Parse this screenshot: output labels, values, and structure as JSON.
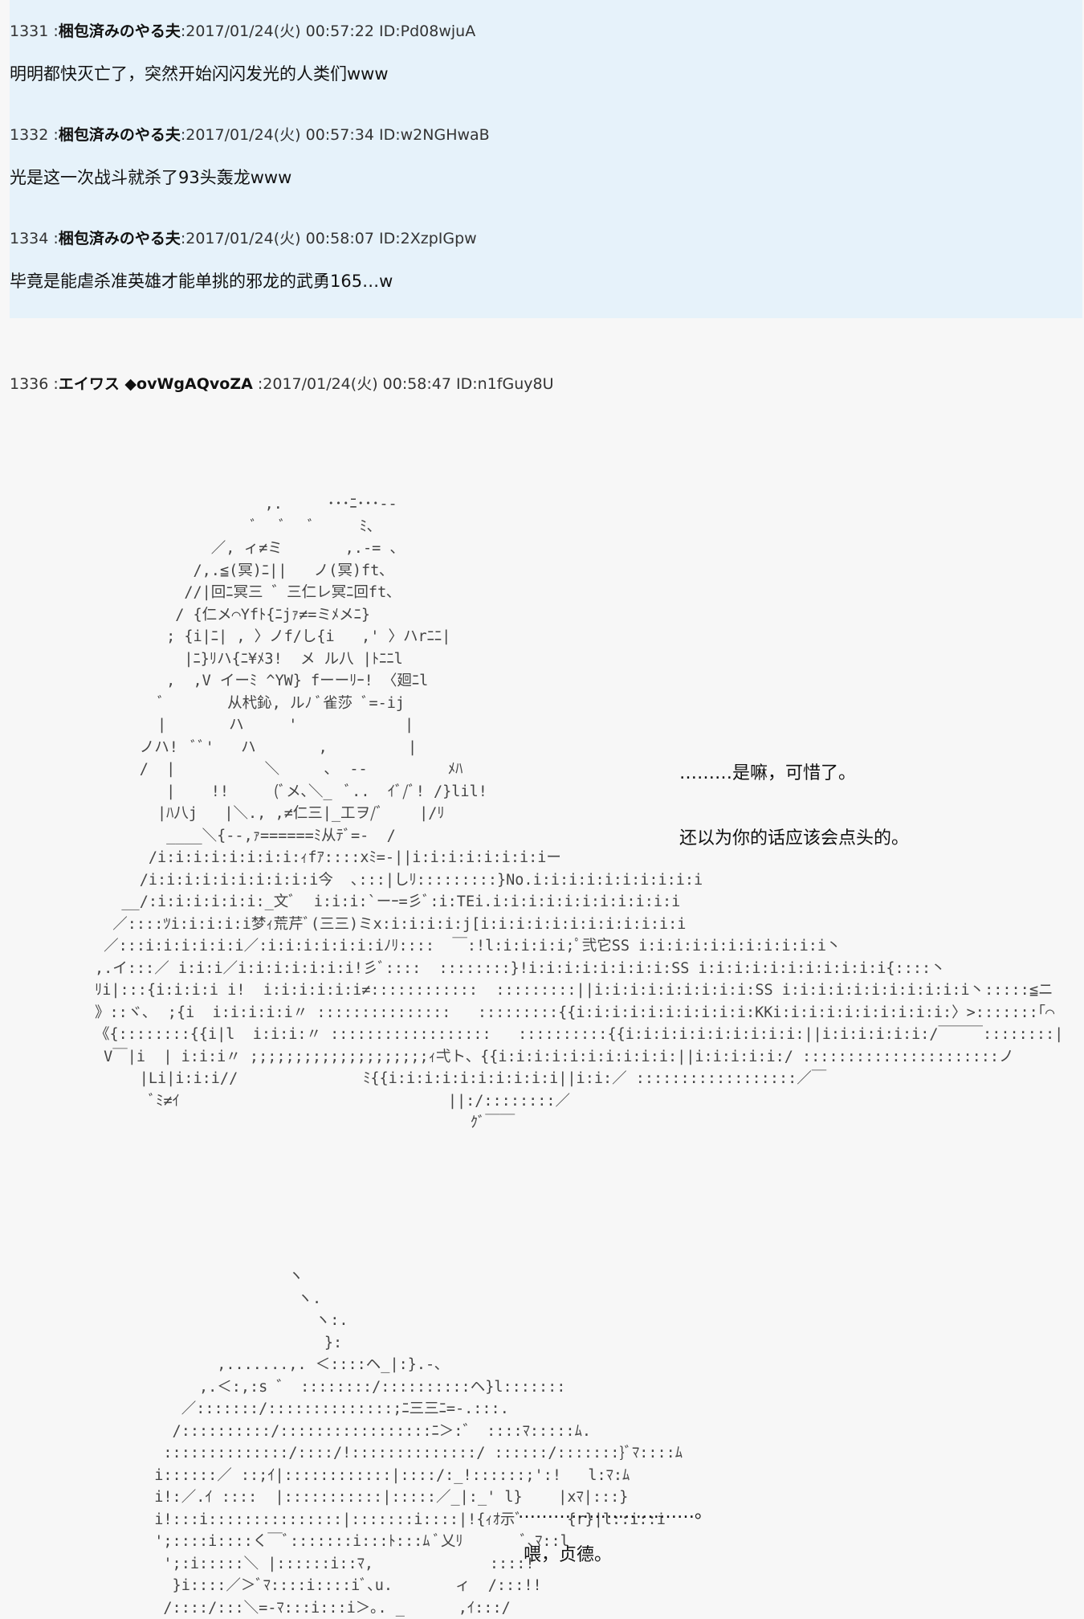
{
  "posts": [
    {
      "number": "1331",
      "name": "梱包済みのやる夫",
      "date": "2017/01/24(火) 00:57:22",
      "id": "ID:Pd08wjuA",
      "body": "明明都快灭亡了，突然开始闪闪发光的人类们www"
    },
    {
      "number": "1332",
      "name": "梱包済みのやる夫",
      "date": "2017/01/24(火) 00:57:34",
      "id": "ID:w2NGHwaB",
      "body": "光是这一次战斗就杀了93头轰龙www"
    },
    {
      "number": "1334",
      "name": "梱包済みのやる夫",
      "date": "2017/01/24(火) 00:58:07",
      "id": "ID:2XzpIGpw",
      "body": "毕竟是能虐杀准英雄才能单挑的邪龙的武勇165…w"
    }
  ],
  "main_post": {
    "number": "1336",
    "name": "エイワス ◆ovWgAQvoZA",
    "date": "2017/01/24(火) 00:58:47",
    "id": "ID:n1fGuy8U"
  },
  "art1": {
    "lines": [
      "                   ,.     ･･･ﾆ･･･-‐",
      "                  ﾞ   ﾞ   ﾞ     ﾐ､",
      "             ／, ィ≠ミ       ,.-= 、",
      "           /,.≦(冥)ﾆ||   ノ(冥)ft､",
      "          //|回ﾆ冥三 ゛三仁レ冥ﾆ回ft､",
      "         / {仁メ⌒Yfﾄ{ﾆjｧ≠=ミﾒメﾆ}",
      "        ; {i|ﾆ| , 〉ノf/し{i   ,' 〉ハrﾆﾆ|",
      "          |ﾆ}ﾘハ{ﾆ¥ﾒ3!  メ ル八 |ﾄﾆﾆl",
      "        ,  ,V イーﾐ ^YW} fーーﾘｰ! 〈廻ﾆl",
      "       ﾞ       从杙鈊, ルﾉ ﾞ雀莎 ﾞ=-ij",
      "       |       ハ     '            |",
      "     ノハ!  ﾞﾞ'   ハ       ,         |",
      "     /  |          ＼     ､  --         ﾒﾊ",
      "        |    !!     (ﾞメ､＼_  ﾞ..  ｲﾞ/ﾞ! /}lil!",
      "       |ﾊ八j   |＼., ,≠仁三|_工ヲ/ﾞ    |/ﾘ",
      "        ____＼{--,ｧ======ﾐ从ﾃﾞ=-  /",
      "      /i:i:i:i:i:i:i:i:ｨfｱ::::xﾐ=-||i:i:i:i:i:i:i:iー",
      "     /i:i:i:i:i:i:i:i:i:i今  ､:::|しﾘ:::::::::}No.i:i:i:i:i:i:i:i:i:i",
      "   __/:i:i:i:i:i:i:_文ﾞ  i:i:i:`ーｰ=彡ﾞ:i:TEi.i:i:i:i:i:i:i:i:i:i:i",
      "  ／::::ﾂi:i:i:i:i梦ｨ荒芹ﾞ(三三)ミx:i:i:i:i:j[i:i:i:i:i:i:i:i:i:i:i:i",
      " ／:::i:i:i:i:i:i／:i:i:i:i:i:i:iﾉﾘ::::  ￣:!l:i:i:i:i;ﾟ弐它SS i:i:i:i:i:i:i:i:i:i:i丶",
      ",.イ:::／ i:i:i／i:i:i:i:i:i:i!彡ﾞ::::  ::::::::}!i:i:i:i:i:i:i:i:SS i:i:i:i:i:i:i:i:i:i:i{::::丶",
      "ﾘi|:::{i:i:i:i i!  i:i:i:i:i:i≠::::::::::::  :::::::::||i:i:i:i:i:i:i:i:i:SS i:i:i:i:i:i:i:i:i:i:i丶:::::≦ニ",
      "》::ヾ､  ;{i  i:i:i:i:i〃 :::::::::::::::   :::::::::{{i:i:i:i:i:i:i:i:i:i:KKi:i:i:i:i:i:i:i:i:i:〉>:::::::｢⌒",
      "《{::::::::{{i|l  i:i:i:〃 ::::::::::::::::::   ::::::::::{{i:i:i:i:i:i:i:i:i:i:||i:i:i:i:i:i:/￣￣￣::::::::|",
      " V￣|i  | i:i:i〃 ;;;;;;;;;;;;;;;;;;;;ｨ弌ト、{{i:i:i:i:i:i:i:i:i:i:||i:i:i:i:i:/ ::::::::::::::::::::::ノ",
      "     |Li|i:i:i//              ﾐ{{i:i:i:i:i:i:i:i:i:i||i:i:／ ::::::::::::::::::／￣",
      "      ﾞﾐ≠ｲ                              ||:/::::::::／",
      "                                          ｸﾞ￣￣"
    ],
    "speech1": "………是嘛，可惜了。",
    "speech2": "还以为你的话应该会点头的。"
  },
  "art2": {
    "lines": [
      "                 ヽ",
      "                  ヽ.",
      "                    ヽ:.",
      "                     }:",
      "         ,.......,. ＜::::ヘ_|:}.-､",
      "       ,.＜:,:s ゛ ::::::::/::::::::::ヘ}l:::::::",
      "     ／:::::::/::::::::::::::;ﾆ三三ﾆ=-.:::.",
      "    /::::::::::/:::::::::::::::::ﾆ＞:゛ ::::ﾏ:::::ﾑ.",
      "   ::::::::::::::/::::/!::::::::::::::/ ::::::/:::::::}ﾞﾏ::::ﾑ",
      "  i::::::／ ::;ｲ|::::::::::::|::::/:_!::::::;':!   l:ﾏ:ﾑ",
      "  i!:／.ｲ ::::  |:::::::::::|:::::／_|:_' l}    |xﾏ|:::}",
      "  i!:::i:::::::::::::::|:::::::i::::|!{ｨｵ示ﾞ     {r}|l::i::i",
      "  ';::::i::::く￣ﾞ:::::::i:::ﾄ:::ﾑ ﾞ乂ﾘ       ﾞ､ﾏ::l",
      "   ';:i:::::＼ |::::::i::ﾏ,             ::::!",
      "    }i::::／＞ﾞﾏ::::i::::iﾞ､u.       ィ  /:::!!",
      "   /::::/:::＼=-ﾏ:::i:::i＞｡. _      ,ｲ:::/"
    ],
    "speech1": "…………………………。",
    "speech2": "喂，贞德。"
  }
}
